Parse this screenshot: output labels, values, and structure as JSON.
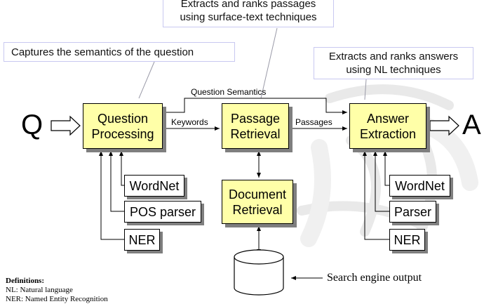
{
  "callouts": {
    "passages_top": [
      "Extracts and ranks passages",
      "using surface-text techniques"
    ],
    "semantics": "Captures the semantics of the question",
    "answers": [
      "Extracts and ranks answers",
      "using NL techniques"
    ]
  },
  "io": {
    "input": "Q",
    "output": "A"
  },
  "modules": {
    "question_processing": [
      "Question",
      "Processing"
    ],
    "passage_retrieval": [
      "Passage",
      "Retrieval"
    ],
    "answer_extraction": [
      "Answer",
      "Extraction"
    ],
    "document_retrieval": [
      "Document",
      "Retrieval"
    ]
  },
  "flow_labels": {
    "question_semantics": "Question Semantics",
    "keywords": "Keywords",
    "passages": "Passages"
  },
  "qp_resources": [
    "WordNet",
    "POS parser",
    "NER"
  ],
  "ae_resources": [
    "WordNet",
    "Parser",
    "NER"
  ],
  "search_engine_output": "Search engine output",
  "definitions": {
    "heading": "Definitions:",
    "items": [
      "NL: Natural language",
      "NER: Named Entity Recognition"
    ]
  },
  "colors": {
    "module_fill": "#ffffa8",
    "shadow": "#7f7f7f",
    "callout_border": "#c8c8f0"
  }
}
